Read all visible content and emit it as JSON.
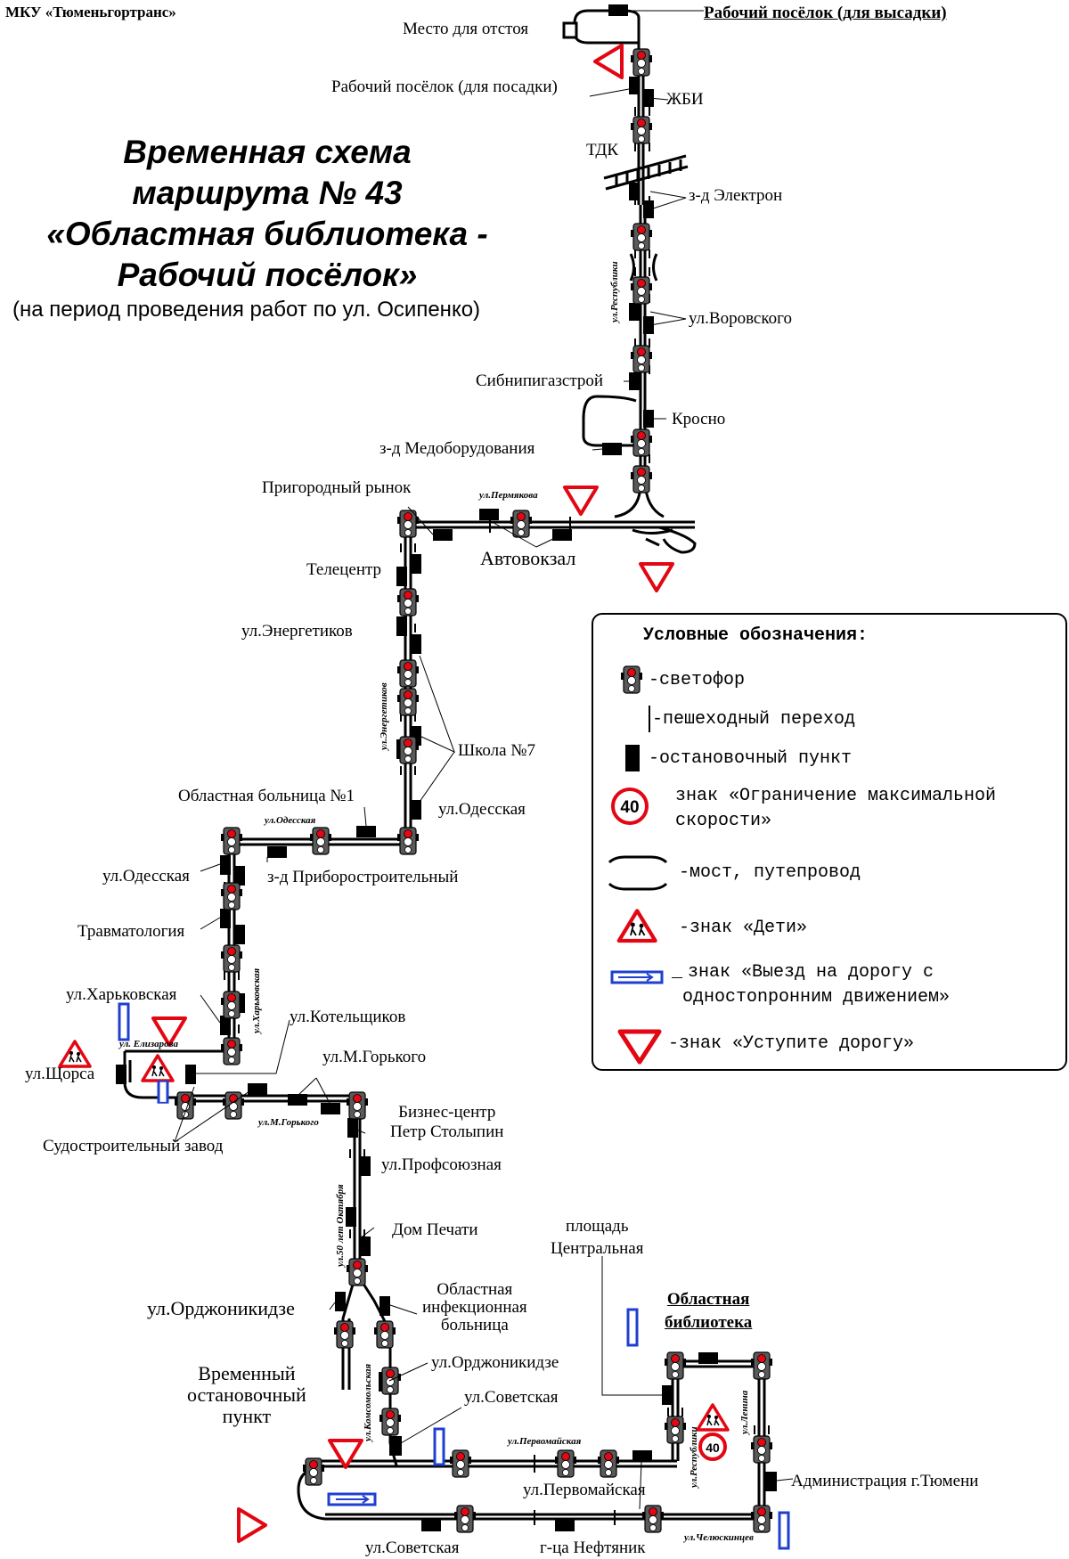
{
  "header": {
    "organization": "МКУ «Тюменьгортранс»",
    "title_lines": [
      "Временная схема",
      "маршрута № 43",
      "«Областная библиотека -",
      "Рабочий посёлок»"
    ],
    "subtitle": "(на период проведения работ по ул. Осипенко)"
  },
  "stops": {
    "depot": "Место для отстоя",
    "rabochiy_drop": "Рабочий посёлок (для высадки)",
    "rabochiy_pick": "Рабочий посёлок (для посадки)",
    "zhbi": "ЖБИ",
    "tdk": "ТДК",
    "elektron": "з-д Электрон",
    "vorovskogo": "ул.Воровского",
    "sibnipi": "Сибнипигазстрой",
    "krosno": "Кросно",
    "medoborud": "з-д Медоборудования",
    "prigorodny": "Пригородный рынок",
    "avtovokzal": "Автовокзал",
    "telecentr": "Телецентр",
    "energetikov": "ул.Энергетиков",
    "shkola7": "Школа №7",
    "odesskaya_r": "ул.Одесская",
    "bolnica1": "Областная больница №1",
    "pribor": "з-д Приборостроительный",
    "odesskaya_l": "ул.Одесская",
    "travmat": "Травматология",
    "harkovskaya": "ул.Харьковская",
    "kotelshikov": "ул.Котельщиков",
    "schorsa": "ул.Щорса",
    "mgorkogo": "ул.М.Горького",
    "sudostroit": "Судостроительный завод",
    "biznes": [
      "Бизнес-центр",
      "Петр Столыпин"
    ],
    "profsoyuz": "ул.Профсоюзная",
    "dompechati": "Дом Печати",
    "ordzh_big": "ул.Орджоникидзе",
    "infek": [
      "Областная",
      "инфекционная",
      "больница"
    ],
    "ordzh": "ул.Орджоникидзе",
    "temp_stop": [
      "Временный",
      "остановочный",
      "пункт"
    ],
    "sovetskaya_top": "ул.Советская",
    "ploshad": [
      "площадь",
      "Центральная"
    ],
    "biblioteka": [
      "Областная",
      "библиотека"
    ],
    "admin": "Администрация  г.Тюмени",
    "pervomayskaya": "ул.Первомайская",
    "sovetskaya_bottom": "ул.Советская",
    "neftyanik": "г-ца Нефтяник"
  },
  "streets": {
    "permyakova": "ул.Пермякова",
    "respubliki_n": "ул.Республики",
    "energetikov": "ул.Энергетиков",
    "odesskaya": "ул.Одесская",
    "harkovskaya": "ул.Харьковская",
    "elizarova": "ул. Елизарова",
    "mgorkogo": "ул.М.Горького",
    "oktyabrya": "ул.50 лет Октября",
    "komsomolskaya": "ул.Комсомольская",
    "pervomayskaya": "ул.Первомайская",
    "respubliki_s": "ул.Республики",
    "lenina": "ул.Ленина",
    "chelyuskincev": "ул.Челюскинцев"
  },
  "legend": {
    "title": "Условные обозначения:",
    "traffic_light": "-светофор",
    "crosswalk": "-пешеходный переход",
    "stop": "-остановочный пункт",
    "speed": [
      "знак «Ограничение максимальной",
      "скорости»"
    ],
    "speed_value": "40",
    "bridge": "-мост, путепровод",
    "children": "-знак «Дети»",
    "oneway": [
      "знак «Выезд на дорогу с",
      "одностоnронним движением»"
    ],
    "yield": "-знак «Уступите дорогу»"
  },
  "sign_speed_value": "40",
  "colors": {
    "route": "#000000",
    "sign_red": "#e30613",
    "oneway_blue": "#1f3fd0",
    "light_body": "#5a5a5a",
    "light_red": "#e30613"
  },
  "icons": [
    "traffic-light-icon",
    "bus-stop-icon",
    "crosswalk-icon",
    "bridge-icon",
    "speed-limit-icon",
    "children-sign-icon",
    "one-way-sign-icon",
    "yield-sign-icon"
  ]
}
